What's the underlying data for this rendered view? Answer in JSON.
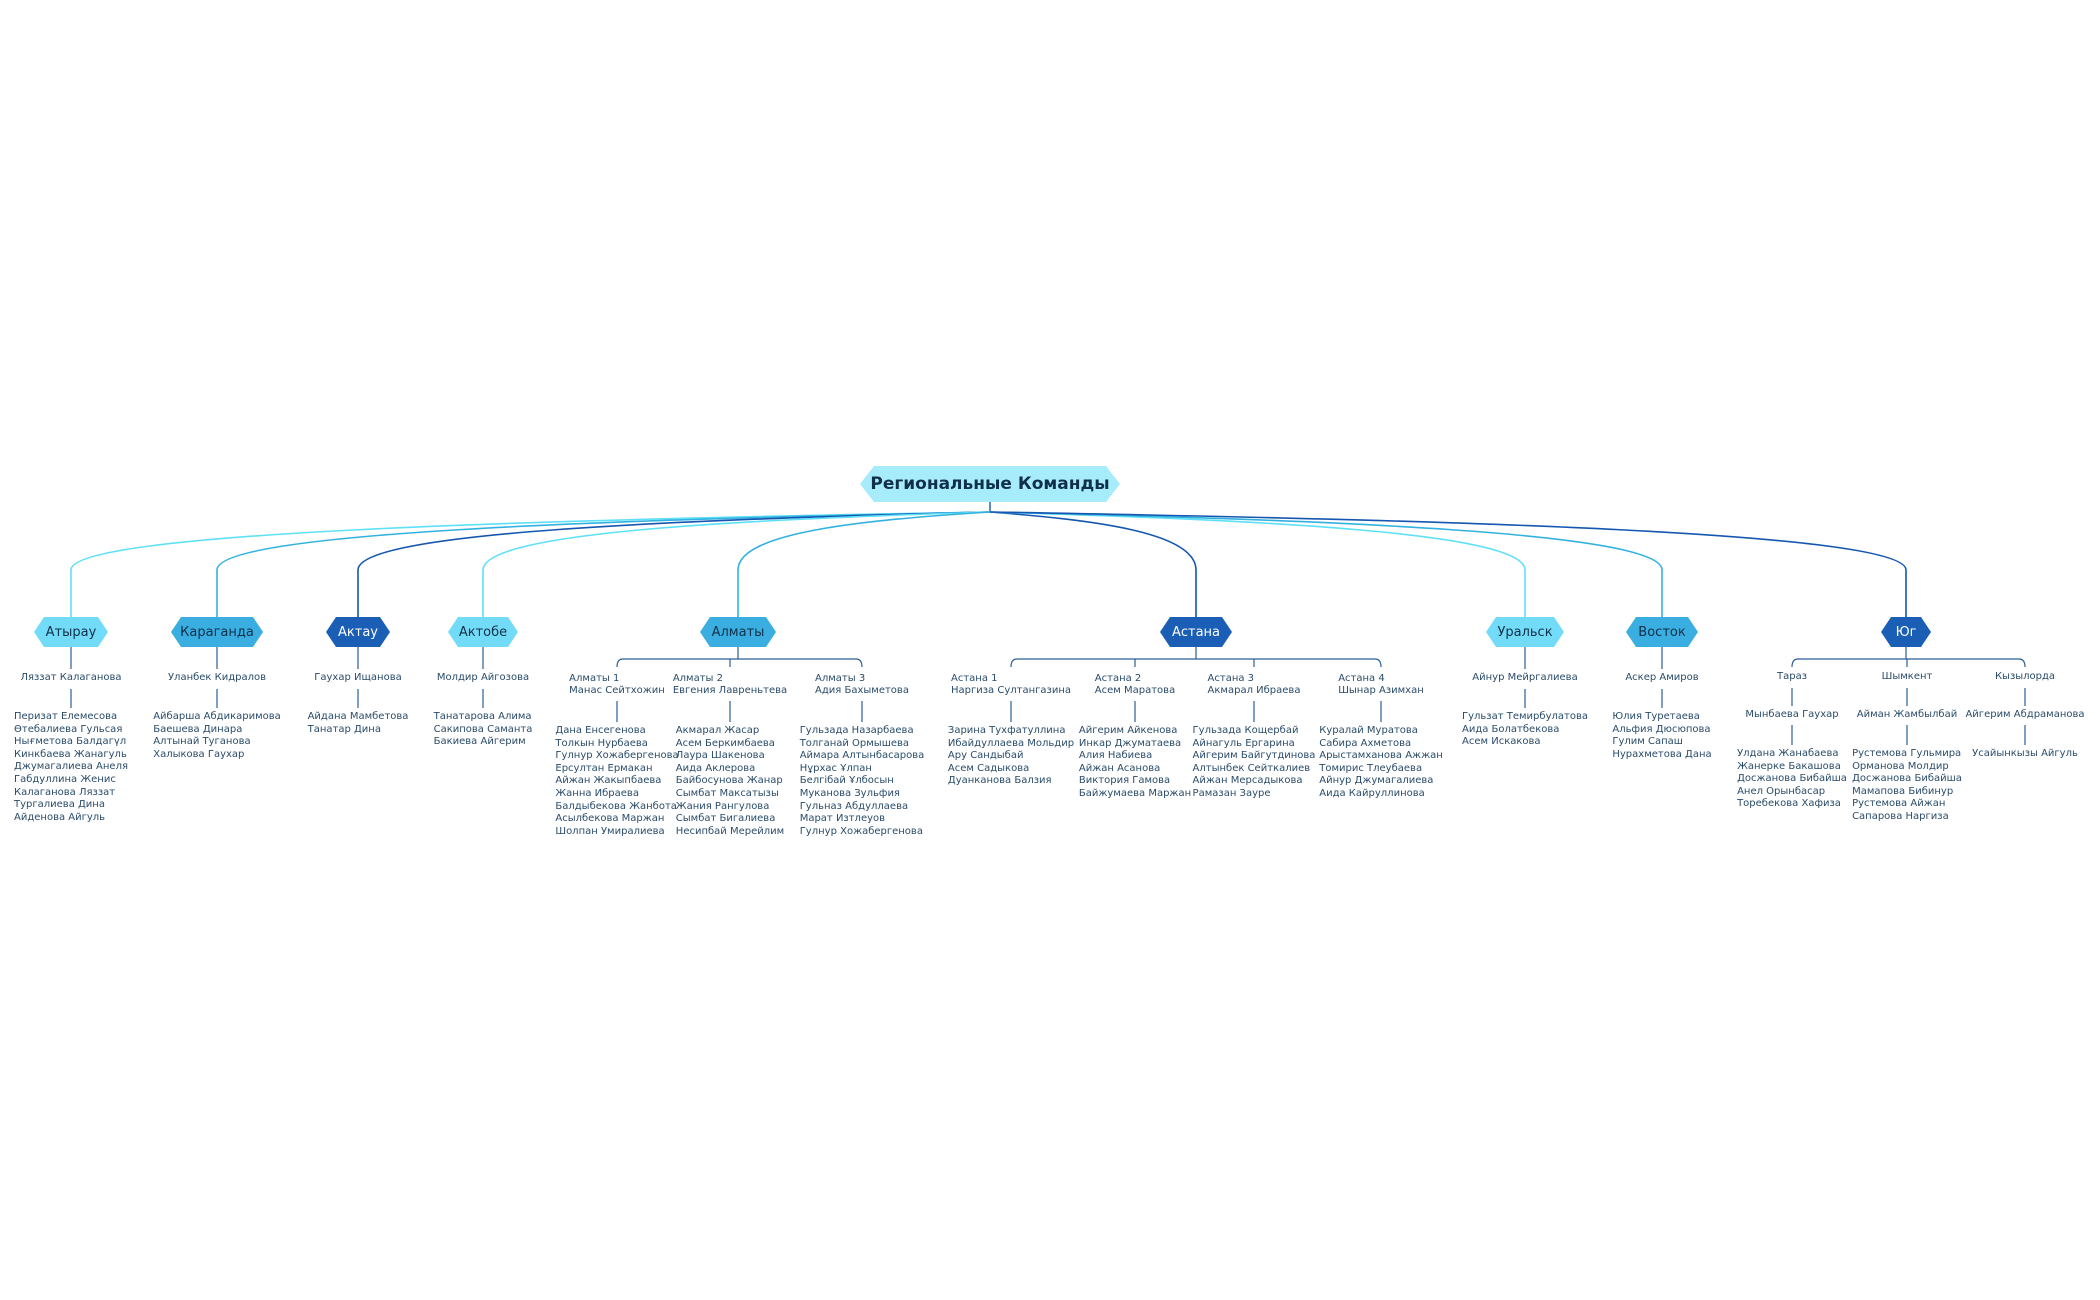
{
  "root": {
    "label": "Региональные Команды"
  },
  "colors": {
    "light": "#5ee0f7",
    "mid": "#33b2e0",
    "dark": "#1557b0",
    "root_fill": "#a6ecfb",
    "light_fill": "#72dcf8",
    "mid_fill": "#3aaee0",
    "dark_fill": "#1a5eb5",
    "leaf_line": "#2a5f96"
  },
  "branches": [
    {
      "label": "Атырау",
      "tone": "light",
      "lead": "Ляззат Калаганова",
      "members": [
        "Перизат Елемесова",
        "Өтебалиева Гульсая",
        "Нығметова Балдагүл",
        "Кинкбаева Жанагуль",
        "Джумагалиева Анеля",
        "Габдуллина Женис",
        "Калаганова Ляззат",
        "Тургалиева Дина",
        "Айденова Айгуль"
      ]
    },
    {
      "label": "Караганда",
      "tone": "mid",
      "lead": "Уланбек Кидралов",
      "members": [
        "Айбарша Абдикаримова",
        "Баешева Динара",
        "Алтынай Туганова",
        "Халыкова Гаухар"
      ]
    },
    {
      "label": "Актау",
      "tone": "dark",
      "lead": "Гаухар Ищанова",
      "members": [
        "Айдана Мамбетова",
        "Танатар Дина"
      ]
    },
    {
      "label": "Актобе",
      "tone": "light",
      "lead": "Молдир Айгозова",
      "members": [
        "Танатарова Алима",
        "Сакипова Саманта",
        "Бакиева Айгерим"
      ]
    },
    {
      "label": "Алматы",
      "tone": "mid",
      "subteams": [
        {
          "title": "Алматы 1",
          "lead": "Манас Сейтхожин",
          "members": [
            "Дана Енсегенова",
            "Толкын Нурбаева",
            "Гулнур Хожабергенова",
            "Ерсултан Ермакан",
            "Айжан Жакыпбаева",
            "Жанна Ибраева",
            "Балдыбекова Жанбота",
            "Асылбекова Маржан",
            "Шолпан Умиралиева"
          ]
        },
        {
          "title": "Алматы 2",
          "lead": "Евгения Лавреньтева",
          "members": [
            "Акмарал Жасар",
            "Асем Беркимбаева",
            "Лаура Шакенова",
            "Аида Аклерова",
            "Байбосунова Жанар",
            "Сымбат Максатызы",
            "Жания Рангулова",
            "Сымбат Бигалиева",
            "Несипбай Мерейлим"
          ]
        },
        {
          "title": "Алматы 3",
          "lead": "Адия Бахыметова",
          "members": [
            "Гульзада Назарбаева",
            "Толганай Ормышева",
            "Аймара Алтынбасарова",
            "Нұрхас Ұлпан",
            "Белгібай Ұлбосын",
            "Муканова Зульфия",
            "Гульназ Абдуллаева",
            "Марат Изтлеуов",
            "Гулнур Хожабергенова"
          ]
        }
      ]
    },
    {
      "label": "Астана",
      "tone": "dark",
      "subteams": [
        {
          "title": "Астана 1",
          "lead": "Наргиза Султангазина",
          "members": [
            "Зарина Тухфатуллина",
            "Ибайдуллаева Мольдир",
            "Ару Сандыбай",
            "Асем Садыкова",
            "Дуанканова Балзия"
          ]
        },
        {
          "title": "Астана 2",
          "lead": "Асем Маратова",
          "members": [
            "Айгерим Айкенова",
            "Инкар Джуматаева",
            "Алия Набиева",
            "Айжан Асанова",
            "Виктория Гамова",
            "Байжумаева Маржан"
          ]
        },
        {
          "title": "Астана 3",
          "lead": "Акмарал Ибраева",
          "members": [
            "Гульзада Кощербай",
            "Айнагуль Ергарина",
            "Айгерим Байгутдинова",
            "Алтынбек Сейткалиев",
            "Айжан Мерсадыкова",
            "Рамазан Заурe"
          ]
        },
        {
          "title": "Астана 4",
          "lead": "Шынар Азимхан",
          "members": [
            "Куралай Муратова",
            "Сабира Ахметова",
            "Арыстамханова Ажжан",
            "Томирис Тлеубаева",
            "Айнур Джумагалиева",
            "Аида Кайруллинова"
          ]
        }
      ]
    },
    {
      "label": "Уральск",
      "tone": "light",
      "lead": "Айнур Мейргалиева",
      "members": [
        "Гульзат Темирбулатова",
        "Аида Болатбекова",
        "Асем Искакова"
      ]
    },
    {
      "label": "Восток",
      "tone": "mid",
      "lead": "Аскер Амиров",
      "members": [
        "Юлия Туретаева",
        "Альфия Дюсюпова",
        "Гулим Сапаш",
        "Нурахметова Дана"
      ]
    },
    {
      "label": "Юг",
      "tone": "dark",
      "subteams": [
        {
          "title": "Тараз",
          "lead": "Мынбаева Гаухар",
          "members": [
            "Улдана Жанабаева",
            "Жанерке Бакашова",
            "Досжанова Бибайша",
            "Анел Орынбасар",
            "Торебекова Хафиза"
          ]
        },
        {
          "title": "Шымкент",
          "lead": "Айман Жамбылбай",
          "members": [
            "Рустемова Гульмира",
            "Орманова Молдир",
            "Досжанова Бибайша",
            "Мамапова Бибинур",
            "Рустемова Айжан",
            "Сапарова Наргиза"
          ]
        },
        {
          "title": "Кызылорда",
          "lead": "Айгерим Абдраманова",
          "members": [
            "Усайынкызы Айгуль"
          ]
        }
      ]
    }
  ]
}
